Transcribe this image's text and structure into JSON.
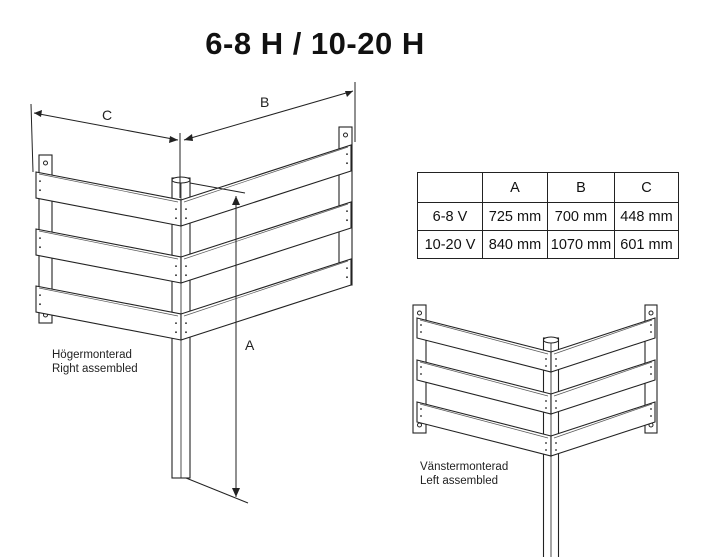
{
  "title": "6-8 H / 10-20 H",
  "dimension_labels": {
    "a": "A",
    "b": "B",
    "c": "C"
  },
  "table": {
    "headers": [
      "",
      "A",
      "B",
      "C"
    ],
    "rows": [
      [
        "6-8 V",
        "725 mm",
        "700 mm",
        "448 mm"
      ],
      [
        "10-20 V",
        "840 mm",
        "1070 mm",
        "601 mm"
      ]
    ]
  },
  "figures": {
    "right": {
      "label_sv": "Högermonterad",
      "label_en": "Right assembled"
    },
    "left": {
      "label_sv": "Vänstermonterad",
      "label_en": "Left assembled"
    }
  }
}
